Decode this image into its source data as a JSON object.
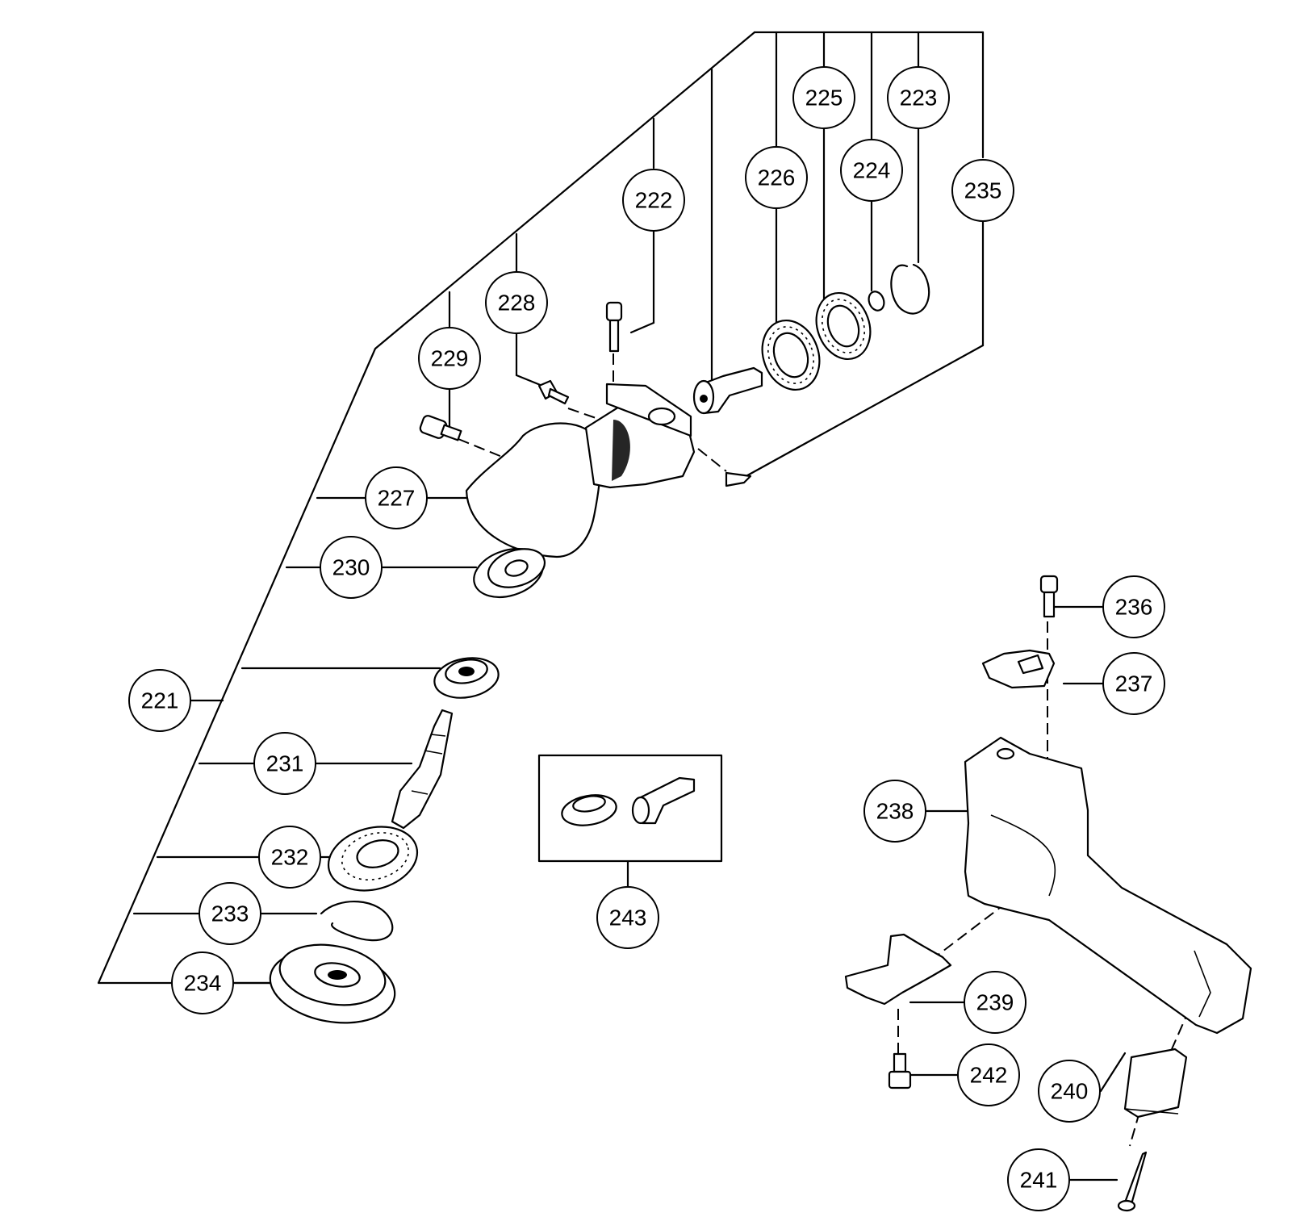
{
  "callouts": [
    {
      "id": "221",
      "label": "221"
    },
    {
      "id": "222",
      "label": "222"
    },
    {
      "id": "223",
      "label": "223"
    },
    {
      "id": "224",
      "label": "224"
    },
    {
      "id": "225",
      "label": "225"
    },
    {
      "id": "226",
      "label": "226"
    },
    {
      "id": "227",
      "label": "227"
    },
    {
      "id": "228",
      "label": "228"
    },
    {
      "id": "229",
      "label": "229"
    },
    {
      "id": "230",
      "label": "230"
    },
    {
      "id": "231",
      "label": "231"
    },
    {
      "id": "232",
      "label": "232"
    },
    {
      "id": "233",
      "label": "233"
    },
    {
      "id": "234",
      "label": "234"
    },
    {
      "id": "235",
      "label": "235"
    },
    {
      "id": "236",
      "label": "236"
    },
    {
      "id": "237",
      "label": "237"
    },
    {
      "id": "238",
      "label": "238"
    },
    {
      "id": "239",
      "label": "239"
    },
    {
      "id": "240",
      "label": "240"
    },
    {
      "id": "241",
      "label": "241"
    },
    {
      "id": "242",
      "label": "242"
    },
    {
      "id": "243",
      "label": "243"
    }
  ]
}
